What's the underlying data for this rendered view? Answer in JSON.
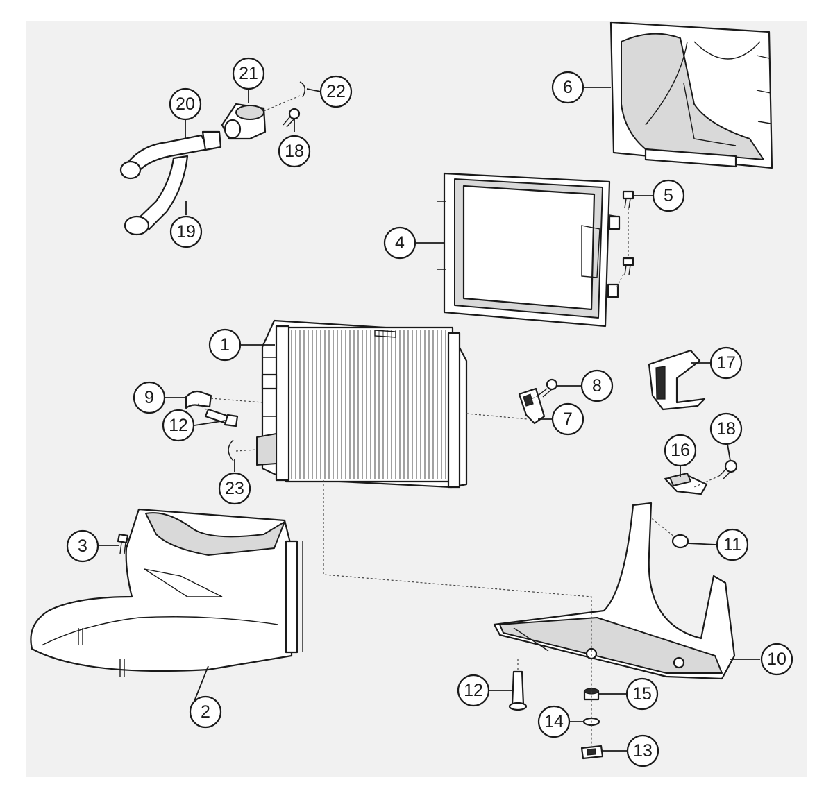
{
  "diagram": {
    "callouts": [
      {
        "id": "c1",
        "label": "1"
      },
      {
        "id": "c2",
        "label": "2"
      },
      {
        "id": "c3",
        "label": "3"
      },
      {
        "id": "c4",
        "label": "4"
      },
      {
        "id": "c5",
        "label": "5"
      },
      {
        "id": "c6",
        "label": "6"
      },
      {
        "id": "c7",
        "label": "7"
      },
      {
        "id": "c8",
        "label": "8"
      },
      {
        "id": "c9",
        "label": "9"
      },
      {
        "id": "c10",
        "label": "10"
      },
      {
        "id": "c11",
        "label": "11"
      },
      {
        "id": "c12a",
        "label": "12"
      },
      {
        "id": "c12b",
        "label": "12"
      },
      {
        "id": "c13",
        "label": "13"
      },
      {
        "id": "c14",
        "label": "14"
      },
      {
        "id": "c15",
        "label": "15"
      },
      {
        "id": "c16",
        "label": "16"
      },
      {
        "id": "c17",
        "label": "17"
      },
      {
        "id": "c18a",
        "label": "18"
      },
      {
        "id": "c18b",
        "label": "18"
      },
      {
        "id": "c19",
        "label": "19"
      },
      {
        "id": "c20",
        "label": "20"
      },
      {
        "id": "c21",
        "label": "21"
      },
      {
        "id": "c22",
        "label": "22"
      },
      {
        "id": "c23",
        "label": "23"
      }
    ]
  }
}
